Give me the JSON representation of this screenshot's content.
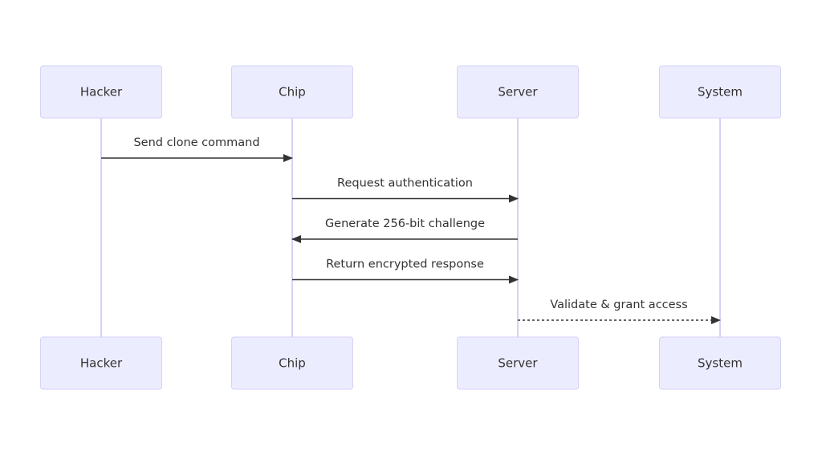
{
  "actors": [
    {
      "id": "hacker",
      "label": "Hacker"
    },
    {
      "id": "chip",
      "label": "Chip"
    },
    {
      "id": "server",
      "label": "Server"
    },
    {
      "id": "system",
      "label": "System"
    }
  ],
  "messages": [
    {
      "from": "hacker",
      "to": "chip",
      "label": "Send clone command",
      "style": "solid"
    },
    {
      "from": "chip",
      "to": "server",
      "label": "Request authentication",
      "style": "solid"
    },
    {
      "from": "server",
      "to": "chip",
      "label": "Generate 256-bit challenge",
      "style": "solid"
    },
    {
      "from": "chip",
      "to": "server",
      "label": "Return encrypted response",
      "style": "solid"
    },
    {
      "from": "server",
      "to": "system",
      "label": "Validate & grant access",
      "style": "dotted"
    }
  ],
  "colors": {
    "actor_fill": "#ececff",
    "actor_border": "#d6d2f7",
    "lifeline": "#d6d2f7",
    "arrow": "#333333",
    "text": "#333333"
  }
}
